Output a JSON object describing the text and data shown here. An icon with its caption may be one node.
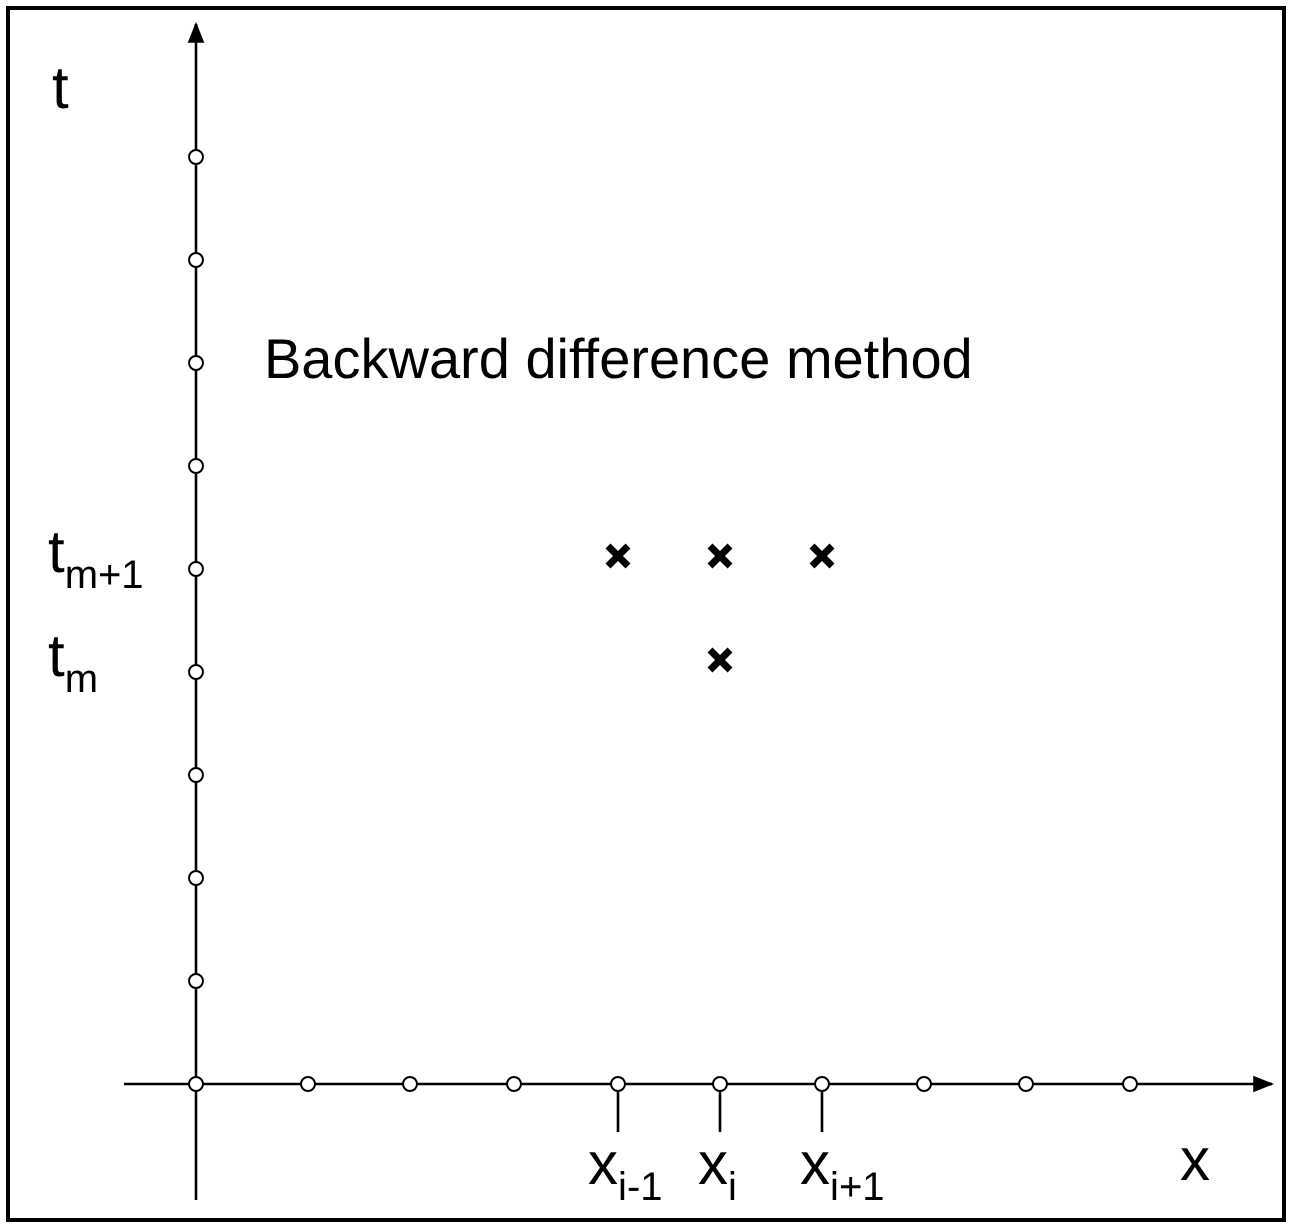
{
  "diagram": {
    "title": "Backward difference method",
    "labels": [
      "t",
      "t$_{m+1}$",
      "t$_{m}$",
      "x$_{i-1}$",
      "x$_{i}$",
      "x$_{i+1}$",
      "x"
    ]
  }
}
